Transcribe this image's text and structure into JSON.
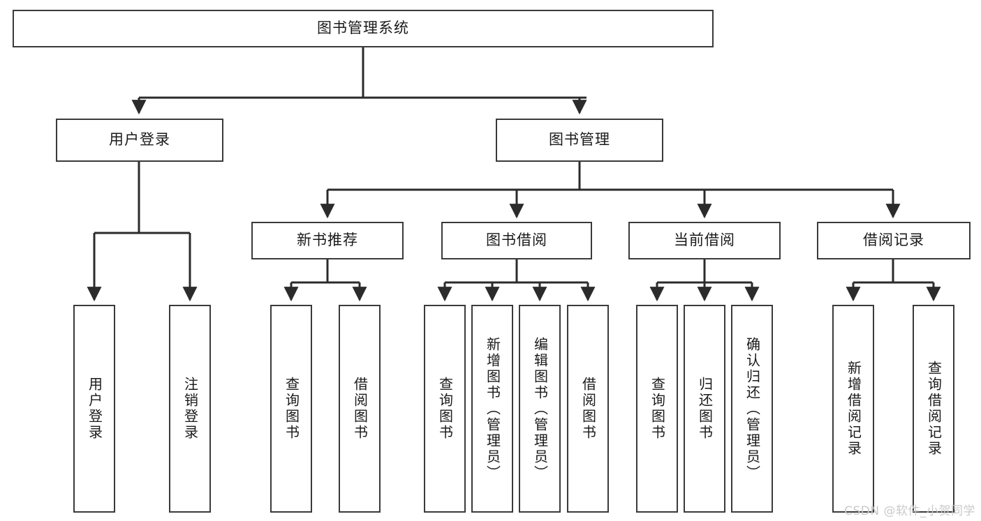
{
  "diagram": {
    "type": "tree-hierarchy",
    "title": "图书管理系统",
    "watermark": "CSDN @软件_小贺同学",
    "colors": {
      "background": "#ffffff",
      "box_border": "#3a3a3a",
      "box_fill": "#ffffff",
      "connector": "#2b2b2b",
      "text": "#1a1a1a",
      "watermark": "#c9c9c9"
    },
    "root": {
      "label": "图书管理系统"
    },
    "level2": [
      {
        "label": "用户登录"
      },
      {
        "label": "图书管理"
      }
    ],
    "level3": [
      {
        "label": "新书推荐"
      },
      {
        "label": "图书借阅"
      },
      {
        "label": "当前借阅"
      },
      {
        "label": "借阅记录"
      }
    ],
    "leaves": {
      "user_login": [
        {
          "label": "用户登录"
        },
        {
          "label": "注销登录"
        }
      ],
      "new_book_recommend": [
        {
          "label": "查询图书"
        },
        {
          "label": "借阅图书"
        }
      ],
      "book_borrow": [
        {
          "label": "查询图书"
        },
        {
          "label": "新增图书（管理员）"
        },
        {
          "label": "编辑图书（管理员）"
        },
        {
          "label": "借阅图书"
        }
      ],
      "current_borrow": [
        {
          "label": "查询图书"
        },
        {
          "label": "归还图书"
        },
        {
          "label": "确认归还（管理员）"
        }
      ],
      "borrow_record": [
        {
          "label": "新增借阅记录"
        },
        {
          "label": "查询借阅记录"
        }
      ]
    }
  }
}
